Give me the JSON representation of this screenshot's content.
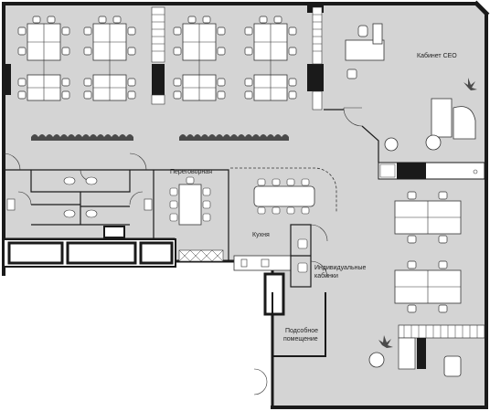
{
  "rooms": {
    "ceo_office": "Кабинет CEO",
    "meeting_room": "Переговорная",
    "kitchen": "Кухня",
    "booths_line1": "Индивидуальные",
    "booths_line2": "кабинки",
    "utility_line1": "Подсобное",
    "utility_line2": "помещение"
  },
  "colors": {
    "floor": "#d4d4d4",
    "wall": "#1a1a1a",
    "furniture": "#ffffff",
    "line": "#333333",
    "plant": "#4a4a4a"
  },
  "icons": [
    "plant-icon",
    "chair-icon",
    "desk-icon",
    "door-arc-icon",
    "sofa-icon",
    "toilet-icon"
  ]
}
